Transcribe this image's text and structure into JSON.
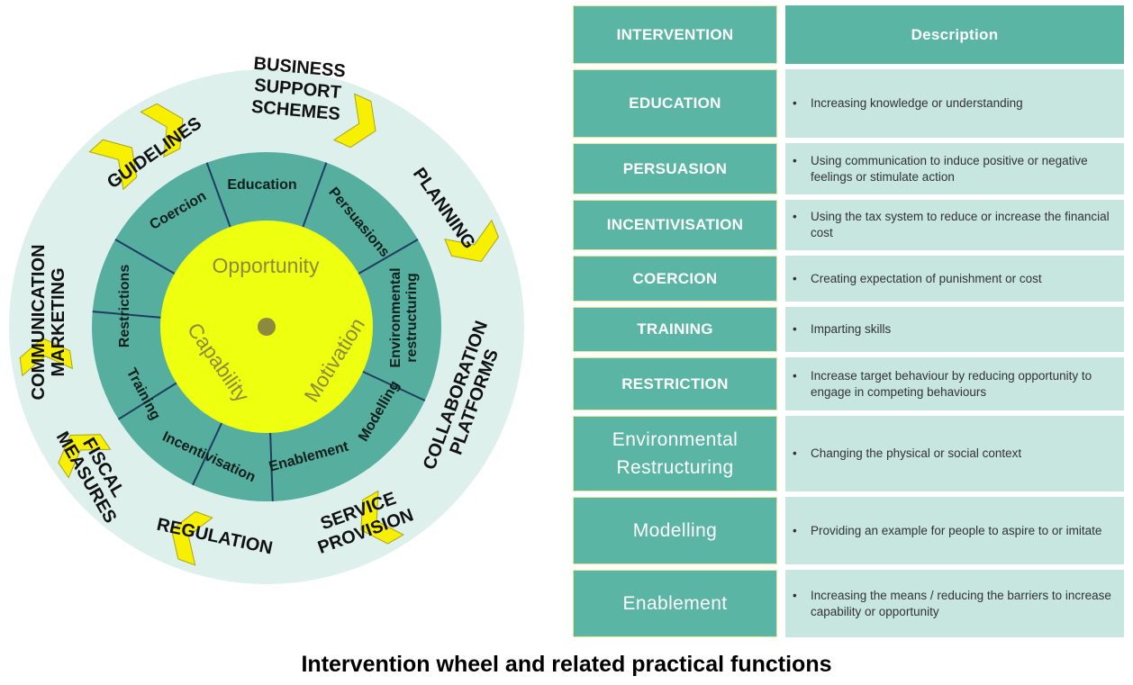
{
  "wheel": {
    "core": {
      "center_fill": "#eeff10",
      "labels": [
        "Opportunity",
        "Capability",
        "Motivation"
      ]
    },
    "inner_ring": [
      "Education",
      "Persuasions",
      "Environmental restructuring",
      "Modelling",
      "Enablement",
      "Incentivisation",
      "Training",
      "Restrictions",
      "Coercion"
    ],
    "outer_ring": [
      "BUSINESS SUPPORT SCHEMES",
      "PLANNING",
      "COLLABORATION PLATFORMS",
      "SERVICE PROVISION",
      "REGULATION",
      "FISCAL MEASURES",
      "COMMUNICATION MARKETING",
      "GUIDELINES"
    ],
    "colors": {
      "outer_ring": "#ddf0ec",
      "inner_ring": "#56ae9f",
      "divider": "#1e3d63",
      "chevron": "#f7f000",
      "core": "#eeff10",
      "core_dot": "#8b8a3e"
    }
  },
  "table": {
    "headers": [
      "INTERVENTION",
      "Description"
    ],
    "rows": [
      {
        "name": "EDUCATION",
        "desc": "Increasing knowledge or understanding"
      },
      {
        "name": "PERSUASION",
        "desc": "Using communication to induce positive or negative feelings or stimulate action"
      },
      {
        "name": "INCENTIVISATION",
        "desc": "Using the tax system to reduce or increase the financial cost"
      },
      {
        "name": "COERCION",
        "desc": "Creating expectation of punishment or cost"
      },
      {
        "name": "TRAINING",
        "desc": "Imparting skills"
      },
      {
        "name": "RESTRICTION",
        "desc": "Increase target behaviour by reducing opportunity to engage in competing behaviours"
      },
      {
        "name": "Environmental Restructuring",
        "desc": "Changing the physical or social context"
      },
      {
        "name": "Modelling",
        "desc": "Providing an example for people to aspire to or imitate"
      },
      {
        "name": "Enablement",
        "desc": "Increasing the means / reducing the barriers to increase capability or opportunity"
      }
    ],
    "bullet": "•",
    "colors": {
      "header": "#5bb5a5",
      "desc": "#c6e6df",
      "border": "#e2e89a"
    }
  },
  "caption": "Intervention wheel and related practical functions"
}
